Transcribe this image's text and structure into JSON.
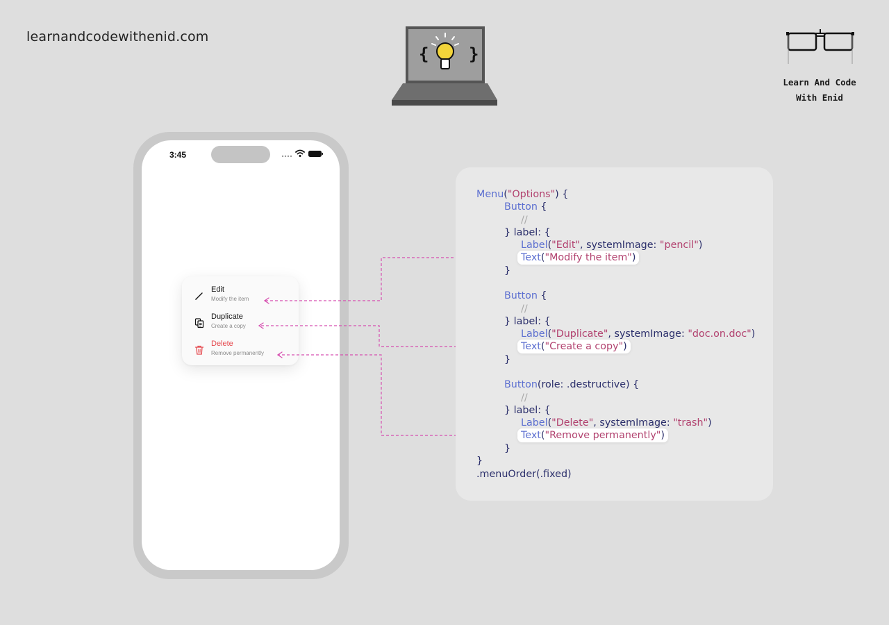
{
  "header": {
    "site_url": "learnandcodewithenid.com",
    "brand_line1": "Learn And Code",
    "brand_line2": "With Enid"
  },
  "phone": {
    "status_time": "3:45",
    "menu": {
      "items": [
        {
          "title": "Edit",
          "subtitle": "Modify the item",
          "icon": "pencil-icon",
          "destructive": false
        },
        {
          "title": "Duplicate",
          "subtitle": "Create a copy",
          "icon": "doc-on-doc-icon",
          "destructive": true
        },
        {
          "title": "Delete",
          "subtitle": "Remove permanently",
          "icon": "trash-icon",
          "destructive": true
        }
      ]
    }
  },
  "code": {
    "line1": {
      "kw": "Menu",
      "p1": "(",
      "s": "\"Options\"",
      "p2": ") {"
    },
    "b1": {
      "open": {
        "kw": "Button",
        "p": " {"
      },
      "comment": "//",
      "label_open": "} label: {",
      "label": {
        "kw": "Label",
        "p1": "(",
        "s1": "\"Edit\"",
        "p2": ", systemImage: ",
        "s2": "\"pencil\"",
        "p3": ")"
      },
      "text": {
        "kw": "Text",
        "p1": "(",
        "s": "\"Modify the item\"",
        "p2": ")"
      },
      "close": "}"
    },
    "b2": {
      "open": {
        "kw": "Button",
        "p": " {"
      },
      "comment": "//",
      "label_open": "} label: {",
      "label": {
        "kw": "Label",
        "p1": "(",
        "s1": "\"Duplicate\"",
        "p2": ", systemImage: ",
        "s2": "\"doc.on.doc\"",
        "p3": ")"
      },
      "text": {
        "kw": "Text",
        "p1": "(",
        "s": "\"Create a copy\"",
        "p2": ")"
      },
      "close": "}"
    },
    "b3": {
      "open": {
        "kw": "Button",
        "p": "(role: .destructive) {"
      },
      "comment": "//",
      "label_open": "} label: {",
      "label": {
        "kw": "Label",
        "p1": "(",
        "s1": "\"Delete\"",
        "p2": ", systemImage: ",
        "s2": "\"trash\"",
        "p3": ")"
      },
      "text": {
        "kw": "Text",
        "p1": "(",
        "s": "\"Remove permanently\"",
        "p2": ")"
      },
      "close": "}"
    },
    "menu_close": "}",
    "modifier": ".menuOrder(.fixed)"
  },
  "colors": {
    "background": "#dedede",
    "keyword": "#5c6fd0",
    "string": "#b2426f",
    "plain": "#2b2f6b",
    "destructive": "#e5484d",
    "connector": "#d64fb0"
  }
}
